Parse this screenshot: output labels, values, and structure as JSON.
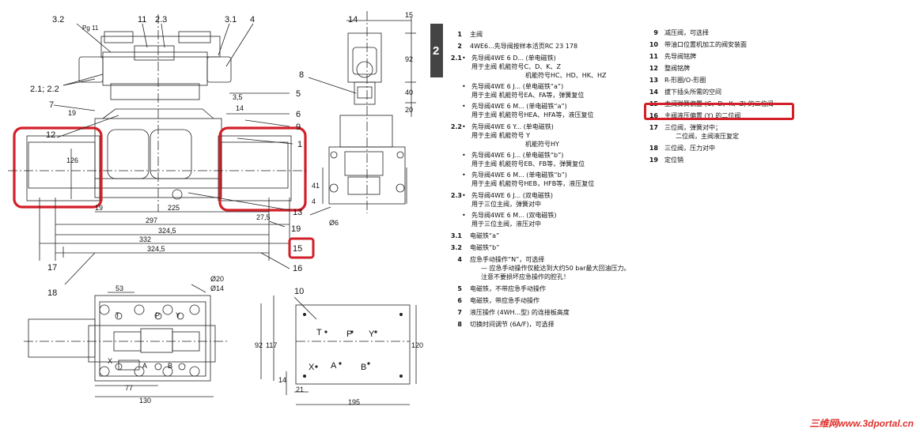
{
  "drawing": {
    "callouts": {
      "c32": "3.2",
      "c11": "11",
      "c23": "2.3",
      "c31": "3.1",
      "c4": "4",
      "pg11": "Pg 11",
      "c2122": "2.1; 2.2",
      "c7": "7",
      "c12": "12",
      "c8": "8",
      "c5": "5",
      "c6": "6",
      "c9": "9",
      "c1": "1",
      "c13": "13",
      "c19": "19",
      "c15": "15",
      "c16": "16",
      "c17": "17",
      "c18": "18",
      "c10": "10",
      "c14top": "14"
    },
    "dims": {
      "d35": "3,5",
      "d14a": "14",
      "d19a": "19",
      "d126": "126",
      "d19b": "19",
      "d225": "225",
      "d275": "27,5",
      "d297": "297",
      "d3245a": "324,5",
      "d332": "332",
      "d3245b": "324,5",
      "d15": "15",
      "d92a": "92",
      "d40": "40",
      "d20": "20",
      "d41": "41",
      "d4": "4",
      "d6": "Ø6",
      "d53": "53",
      "d20dia": "Ø20",
      "d14dia": "Ø14",
      "d92b": "92",
      "d117": "117",
      "d77": "77",
      "d130": "130",
      "d120": "120",
      "d14b": "14",
      "d21": "21",
      "d195": "195"
    },
    "ports": {
      "T": "T",
      "P": "P",
      "Y": "Y",
      "X": "X",
      "A": "A",
      "B": "B",
      "T2": "T",
      "P2": "P",
      "Y2": "Y",
      "X2": "X",
      "A2": "A",
      "B2": "B"
    }
  },
  "tab": "2",
  "legend_left": [
    {
      "num": "1",
      "text": "主阀"
    },
    {
      "num": "2",
      "text": "4WE6...先导阀按样本活页RC 23 178"
    },
    {
      "num": "2.1",
      "subs": [
        {
          "lines": [
            "先导阀4WE 6 D... (单电磁铁)",
            "用于主阀    机能符号C、D、K、Z",
            "机能符号HC、HD、HK、HZ"
          ]
        },
        {
          "lines": [
            "先导阀4WE 6 J... (单电磁铁“a”)",
            "用于主阀    机能符号EA、FA等，弹簧复位"
          ]
        },
        {
          "lines": [
            "先导阀4WE 6 M... (单电磁铁“a”)",
            "用于主阀    机能符号HEA、HFA等，液压复位"
          ]
        }
      ]
    },
    {
      "num": "2.2",
      "subs": [
        {
          "lines": [
            "先导阀4WE 6 Y... (单电磁铁)",
            "用于主阀    机能符号 Y",
            "机能符号HY"
          ]
        },
        {
          "lines": [
            "先导阀4WE 6 J... (单电磁铁“b”)",
            "用于主阀    机能符号EB、FB等，弹簧复位"
          ]
        },
        {
          "lines": [
            "先导阀4WE 6 M... (单电磁铁“b”)",
            "用于主阀    机能符号HEB，HFB等，液压复位"
          ]
        }
      ]
    },
    {
      "num": "2.3",
      "subs": [
        {
          "lines": [
            "先导阀4WE 6 J... (双电磁铁)",
            "用于三位主阀，弹簧对中"
          ]
        },
        {
          "lines": [
            "先导阀4WE 6 M... (双电磁铁)",
            "用于三位主阀，液压对中"
          ]
        }
      ]
    },
    {
      "num": "3.1",
      "text": "电磁铁“a”"
    },
    {
      "num": "3.2",
      "text": "电磁铁“b”"
    },
    {
      "num": "4",
      "text": "应急手动操作“N”，可选择",
      "extra": [
        "— 应急手动操作仅能达到大约50 bar最大回油压力。",
        "注意不要损坏应急操作的腔孔！"
      ]
    },
    {
      "num": "5",
      "text": "电磁铁，不带应急手动操作"
    },
    {
      "num": "6",
      "text": "电磁铁，带应急手动操作"
    },
    {
      "num": "7",
      "text": "液压操作 (4WH...型) 的连接板高度"
    },
    {
      "num": "8",
      "text": "切换时间调节 (6A/F)，可选择"
    }
  ],
  "legend_right": [
    {
      "num": "9",
      "text": "减压阀，可选择"
    },
    {
      "num": "10",
      "text": "带油口位置机加工的阀安装面"
    },
    {
      "num": "11",
      "text": "先导阀铭牌"
    },
    {
      "num": "12",
      "text": "整阀铭牌"
    },
    {
      "num": "13",
      "text": "R-形圈/O-形圈"
    },
    {
      "num": "14",
      "text": "拔下插头所需的空间"
    },
    {
      "num": "15",
      "text": "主阀弹簧偏置 (C、D、K、Z) 的二位阀"
    },
    {
      "num": "16",
      "text": "主阀液压偏置 (Y) 的二位阀"
    },
    {
      "num": "17",
      "text": "三位阀，弹簧对中；",
      "extra": [
        "二位阀，主阀液压复定"
      ]
    },
    {
      "num": "18",
      "text": "三位阀，压力对中"
    },
    {
      "num": "19",
      "text": "定位销"
    }
  ],
  "watermark": "三维网www.3dportal.cn"
}
